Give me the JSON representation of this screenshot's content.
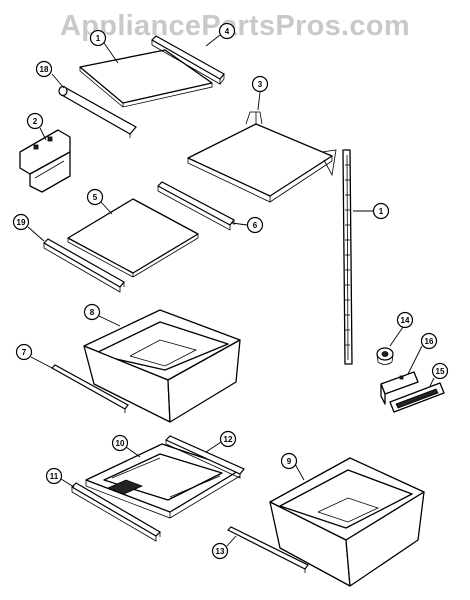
{
  "watermark": "AppliancePartsPros.com",
  "callouts": [
    "1",
    "4",
    "18",
    "3",
    "2",
    "1",
    "5",
    "6",
    "19",
    "8",
    "14",
    "16",
    "7",
    "15",
    "10",
    "12",
    "9",
    "11",
    "13"
  ]
}
